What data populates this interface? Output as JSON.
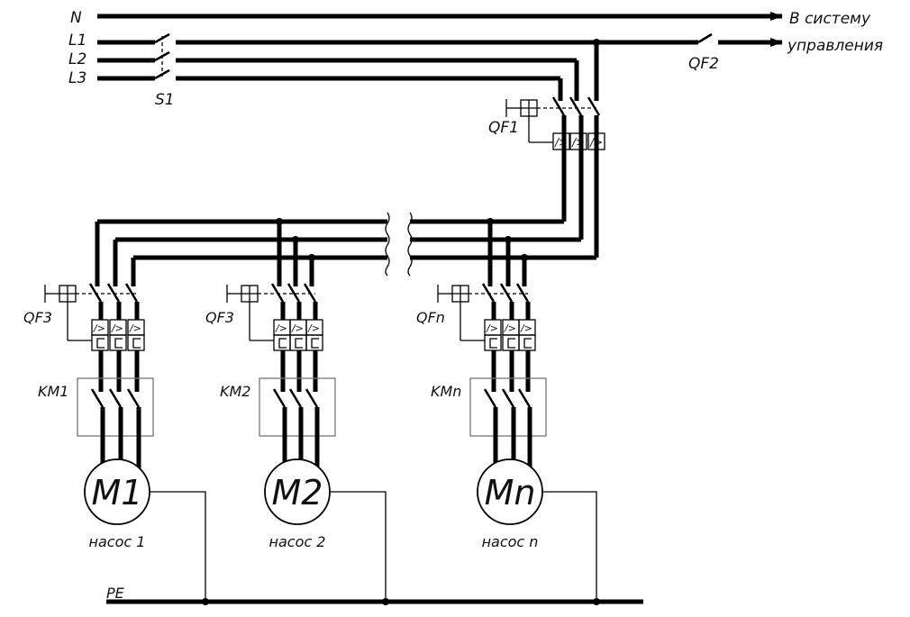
{
  "lines": {
    "n": "N",
    "l1": "L1",
    "l2": "L2",
    "l3": "L3",
    "pe": "PE"
  },
  "switches": {
    "s1": "S1",
    "qf1": "QF1",
    "qf2": "QF2"
  },
  "destination": {
    "line1": "В  систему",
    "line2": "управления"
  },
  "feeders": [
    {
      "breaker": "QF3",
      "contactor": "KM1",
      "motor": "M1",
      "pump": "насос  1"
    },
    {
      "breaker": "QF3",
      "contactor": "KM2",
      "motor": "M2",
      "pump": "насос  2"
    },
    {
      "breaker": "QFn",
      "contactor": "KMn",
      "motor": "Mn",
      "pump": "насос  n"
    }
  ]
}
